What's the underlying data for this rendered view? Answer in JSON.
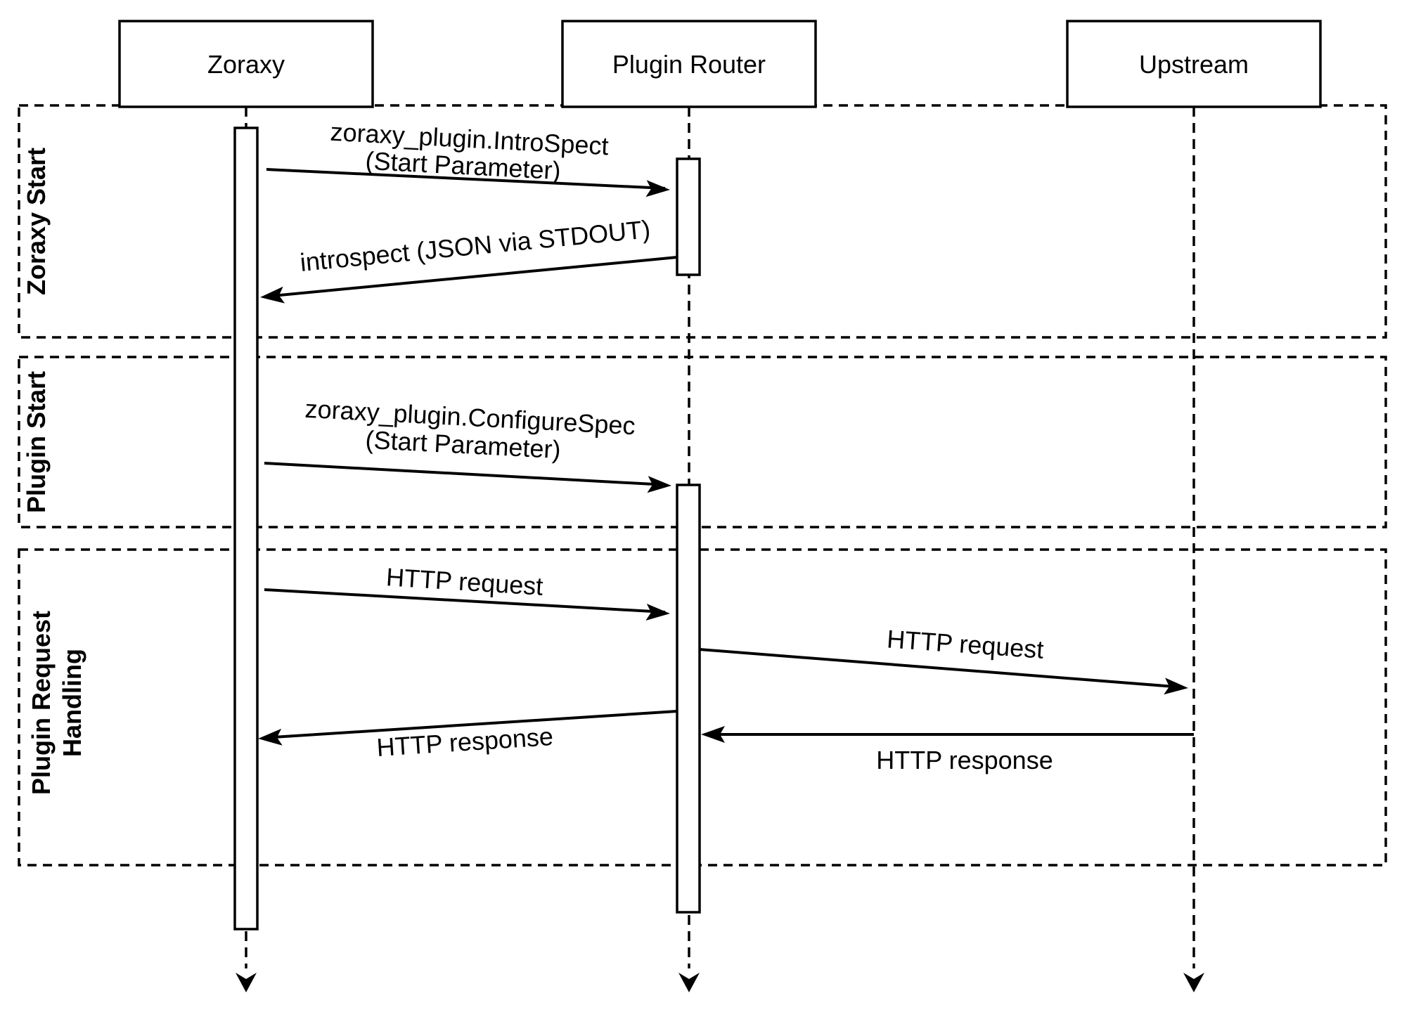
{
  "diagram": {
    "type": "uml-sequence-diagram",
    "colors": {
      "stroke": "#000000",
      "background": "#ffffff"
    },
    "participants": [
      {
        "label": "Zoraxy"
      },
      {
        "label": "Plugin Router"
      },
      {
        "label": "Upstream"
      }
    ],
    "sections": [
      {
        "label": "Zoraxy Start"
      },
      {
        "label": "Plugin Start"
      },
      {
        "label": "Plugin Request Handling",
        "line1": "Plugin Request",
        "line2": "Handling"
      }
    ],
    "messages": [
      {
        "from": "Zoraxy",
        "to": "Plugin Router",
        "label": "zoraxy_plugin.IntroSpect (Start Parameter)",
        "line1": "zoraxy_plugin.IntroSpect",
        "line2": "(Start Parameter)"
      },
      {
        "from": "Plugin Router",
        "to": "Zoraxy",
        "label": "introspect (JSON via STDOUT)",
        "line1": "introspect (JSON via STDOUT)"
      },
      {
        "from": "Zoraxy",
        "to": "Plugin Router",
        "label": "zoraxy_plugin.ConfigureSpec (Start Parameter)",
        "line1": "zoraxy_plugin.ConfigureSpec",
        "line2": "(Start Parameter)"
      },
      {
        "from": "Zoraxy",
        "to": "Plugin Router",
        "label": "HTTP request",
        "line1": "HTTP request"
      },
      {
        "from": "Plugin Router",
        "to": "Upstream",
        "label": "HTTP request",
        "line1": "HTTP request"
      },
      {
        "from": "Upstream",
        "to": "Plugin Router",
        "label": "HTTP response",
        "line1": "HTTP response"
      },
      {
        "from": "Plugin Router",
        "to": "Zoraxy",
        "label": "HTTP response",
        "line1": "HTTP response"
      }
    ]
  }
}
